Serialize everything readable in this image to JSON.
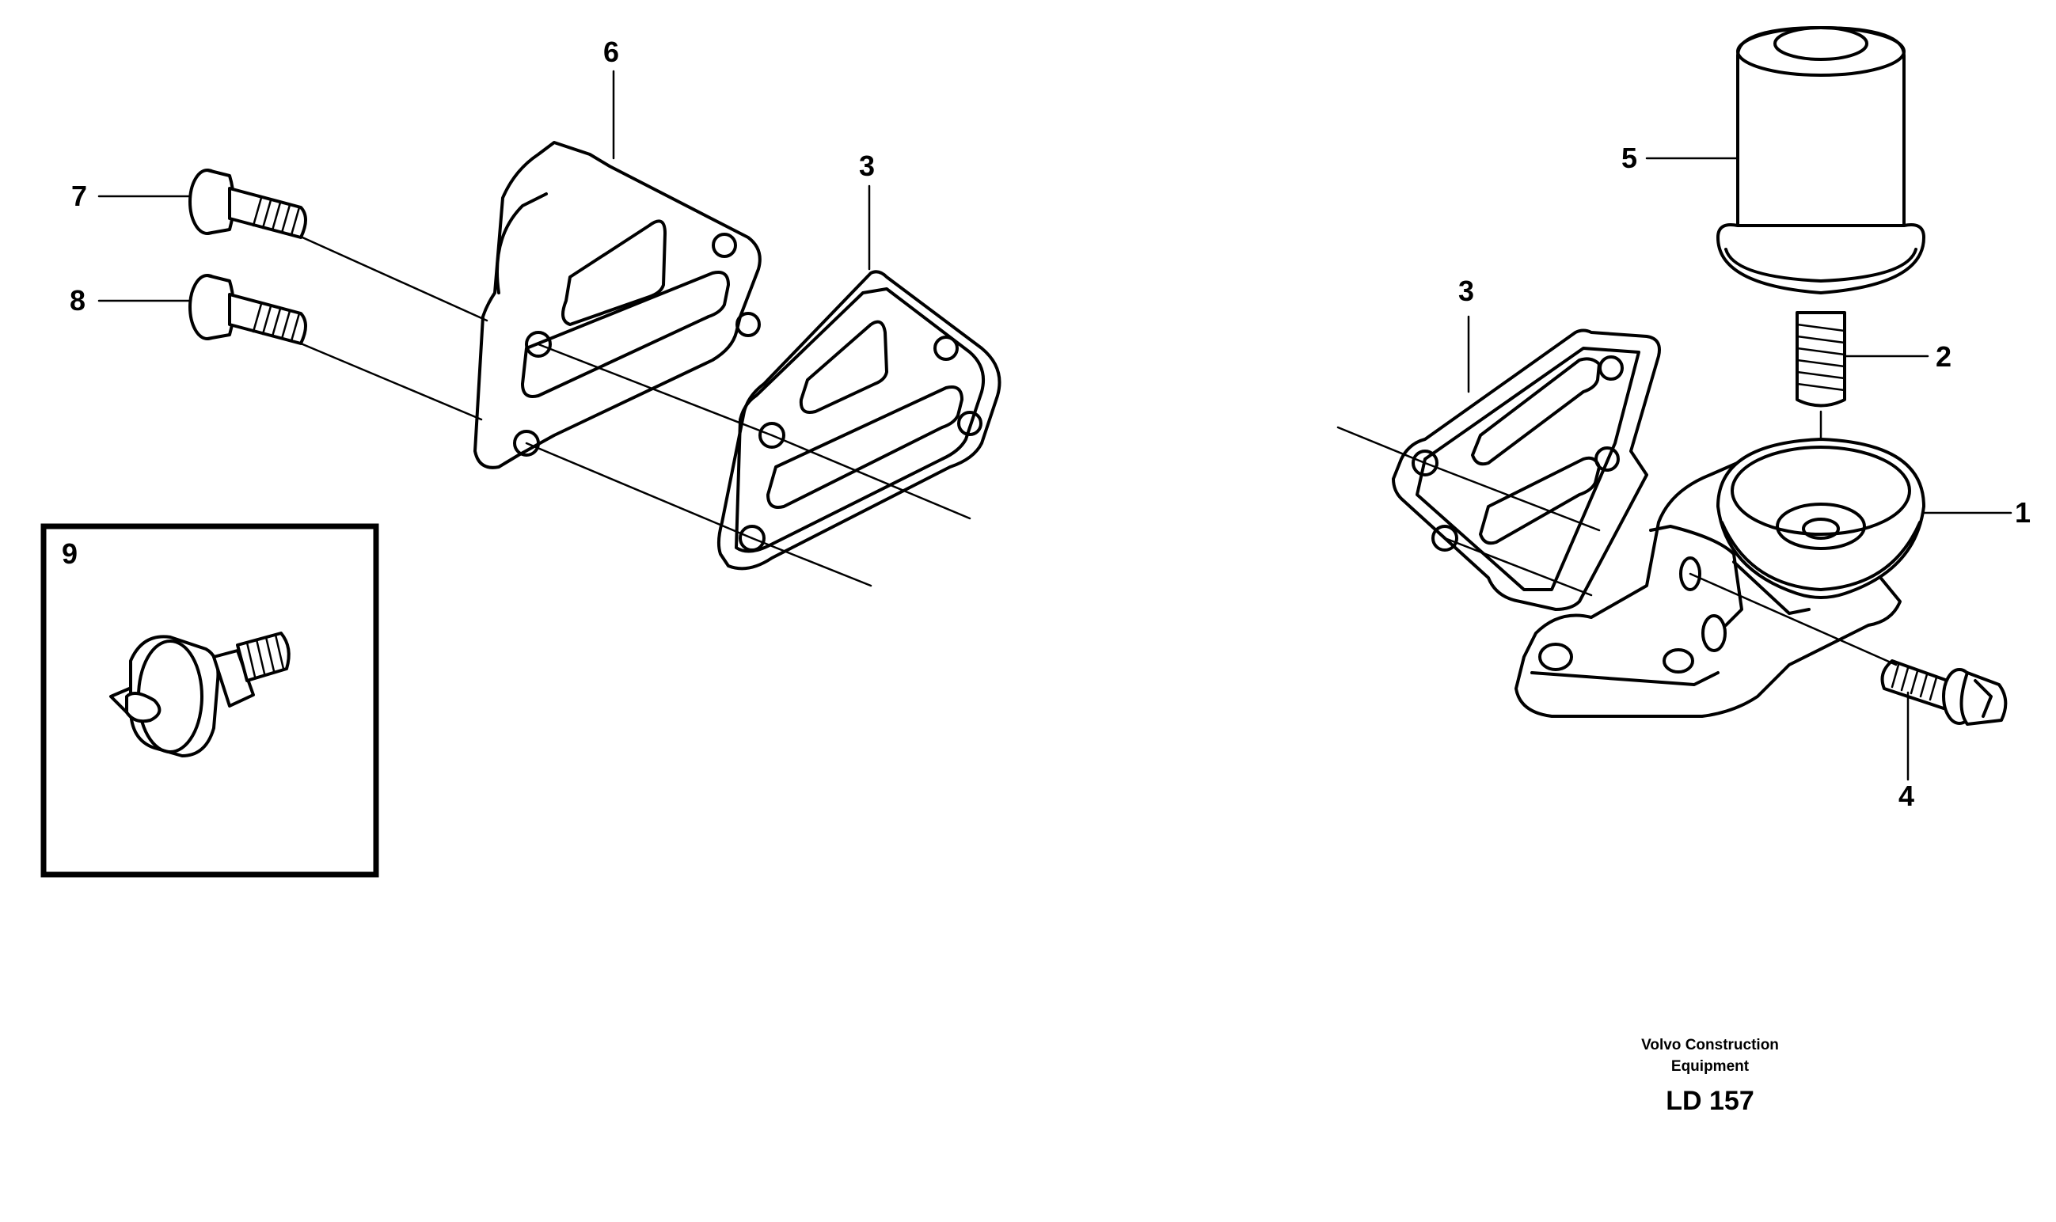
{
  "callouts": {
    "c1": "1",
    "c2": "2",
    "c3a": "3",
    "c3b": "3",
    "c4": "4",
    "c5": "5",
    "c6": "6",
    "c7": "7",
    "c8": "8",
    "c9": "9"
  },
  "caption": {
    "manufacturer_line1": "Volvo Construction",
    "manufacturer_line2": "Equipment",
    "drawing_code": "LD 157"
  }
}
